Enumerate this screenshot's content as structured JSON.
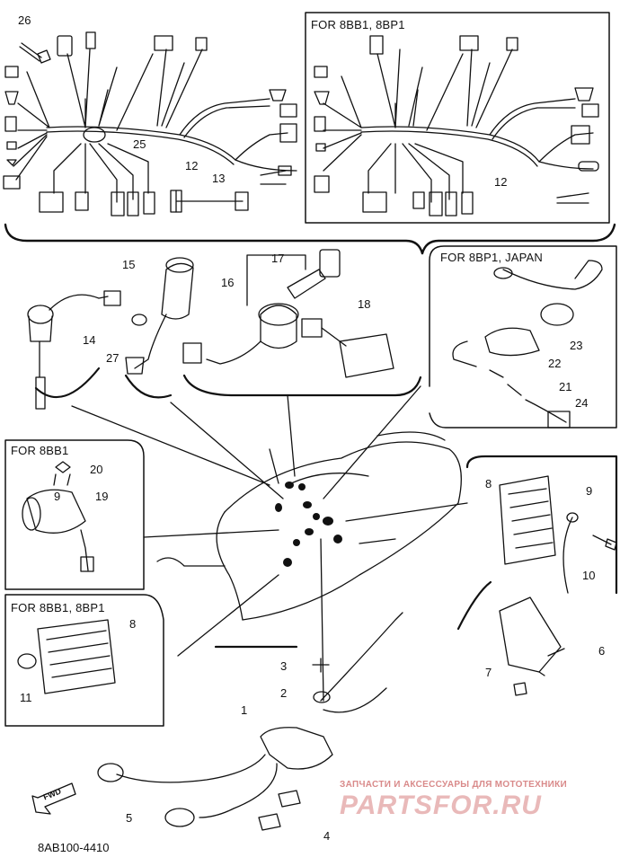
{
  "diagram": {
    "callouts": {
      "c1": "1",
      "c2": "2",
      "c3": "3",
      "c4": "4",
      "c5": "5",
      "c6": "6",
      "c7": "7",
      "c8a": "8",
      "c8b": "8",
      "c9": "9",
      "c9b": "9",
      "c10": "10",
      "c11": "11",
      "c12a": "12",
      "c12b": "12",
      "c13": "13",
      "c14": "14",
      "c15": "15",
      "c16": "16",
      "c17": "17",
      "c18": "18",
      "c19": "19",
      "c20": "20",
      "c21": "21",
      "c22": "22",
      "c23": "23",
      "c24": "24",
      "c25": "25",
      "c26": "26",
      "c27": "27"
    },
    "insets": {
      "harness_variant": "FOR 8BB1, 8BP1",
      "ignition_variant": "FOR 8BP1, JAPAN",
      "starter_variant": "FOR 8BB1",
      "rectifier_variant": "FOR 8BB1, 8BP1"
    },
    "fwd_label": "FWD",
    "drawing_code": "8AB100-4410",
    "watermark_caption": "ЗАПЧАСТИ И АКСЕССУАРЫ ДЛЯ МОТОТЕХНИКИ",
    "watermark_logo": "PARTSFOR.RU"
  }
}
